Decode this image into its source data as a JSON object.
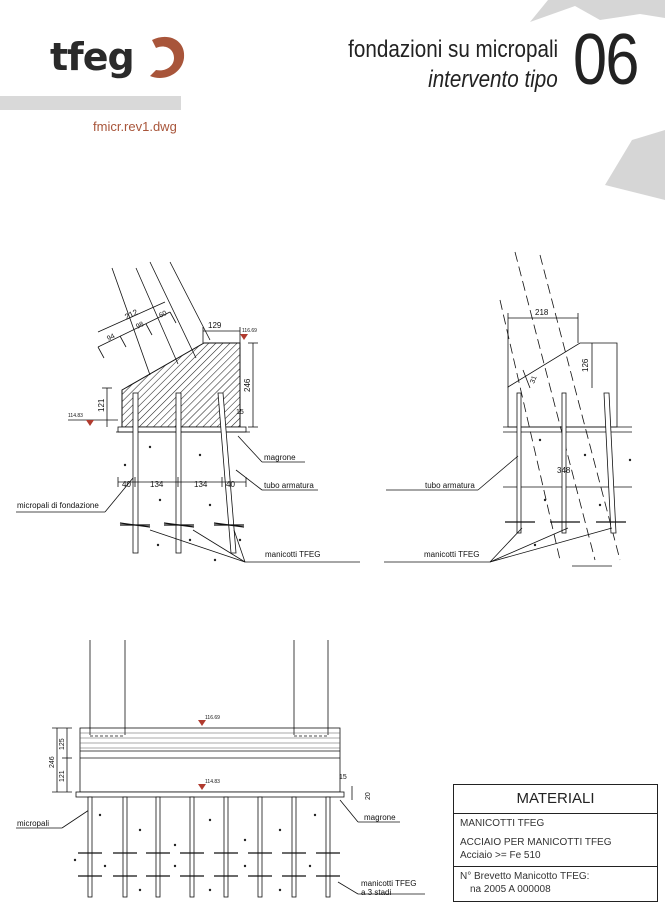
{
  "header": {
    "logo_text": "tfeg",
    "file_name": "fmicr.rev1.dwg",
    "title_line1": "fondazioni su micropali",
    "title_line2": "intervento tipo",
    "sheet_number": "06"
  },
  "section_left": {
    "dims": {
      "d_top": "129",
      "d_diag": "212",
      "d_94": "94",
      "d_98": "98",
      "d_60": "60",
      "d_246": "246",
      "d_121": "121",
      "d_15": "15",
      "d_40a": "40",
      "d_134a": "134",
      "d_134b": "134",
      "d_40b": "40"
    },
    "levels": {
      "top": "116.69",
      "base": "114.83"
    },
    "labels": {
      "magrone": "magrone",
      "tubo_armatura": "tubo armatura",
      "micropali": "micropali di fondazione",
      "manicotti": "manicotti TFEG"
    }
  },
  "section_right": {
    "dims": {
      "d_218": "218",
      "d_126": "126",
      "d_31": "31",
      "d_348": "348"
    },
    "labels": {
      "tubo_armatura": "tubo armatura",
      "manicotti": "manicotti TFEG"
    }
  },
  "section_bottom": {
    "dims": {
      "d_246": "246",
      "d_125": "125",
      "d_121": "121",
      "d_15": "15",
      "d_20": "20"
    },
    "levels": {
      "top": "116.69",
      "base": "114.83"
    },
    "labels": {
      "micropali": "micropali",
      "magrone": "magrone",
      "manicotti_line1": "manicotti TFEG",
      "manicotti_line2": "a 3 stadi"
    }
  },
  "materials": {
    "title": "MATERIALI",
    "line1": "MANICOTTI TFEG",
    "line2": "ACCIAIO PER MANICOTTI TFEG",
    "line3": "Acciaio >= Fe 510",
    "line4": "N° Brevetto Manicotto TFEG:",
    "line5": "na 2005 A 000008"
  },
  "colors": {
    "accent": "#a8553a",
    "grey": "#d9d9d9",
    "level_marker": "#b03a2e"
  }
}
